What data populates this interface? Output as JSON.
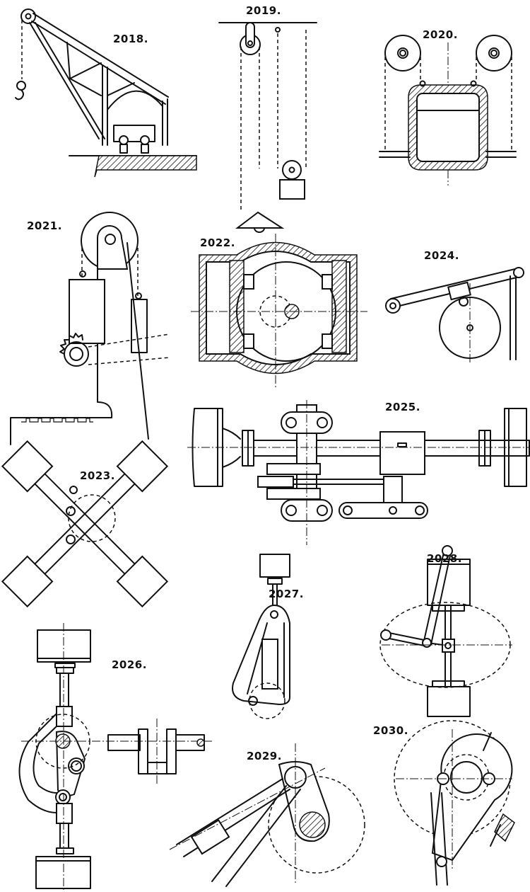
{
  "plate": {
    "title": "Mechanical movements plate",
    "figures": [
      {
        "id": "2018",
        "label": "2018.",
        "subject": "crane"
      },
      {
        "id": "2019",
        "label": "2019.",
        "subject": "pulley-lamp"
      },
      {
        "id": "2020",
        "label": "2020.",
        "subject": "counterweighted-frame"
      },
      {
        "id": "2021",
        "label": "2021.",
        "subject": "ratchet-pawl"
      },
      {
        "id": "2022",
        "label": "2022.",
        "subject": "slotted-yoke-cylinder"
      },
      {
        "id": "2023",
        "label": "2023.",
        "subject": "crossed-cylinders"
      },
      {
        "id": "2024",
        "label": "2024.",
        "subject": "lever-wheel"
      },
      {
        "id": "2025",
        "label": "2025.",
        "subject": "shaft-eccentric"
      },
      {
        "id": "2026",
        "label": "2026.",
        "subject": "crank-link"
      },
      {
        "id": "2027",
        "label": "2027.",
        "subject": "loop-link"
      },
      {
        "id": "2028",
        "label": "2028.",
        "subject": "parallel-motion"
      },
      {
        "id": "2029",
        "label": "2029.",
        "subject": "oscillating-arm"
      },
      {
        "id": "2030",
        "label": "2030.",
        "subject": "eccentric-disc"
      }
    ]
  }
}
